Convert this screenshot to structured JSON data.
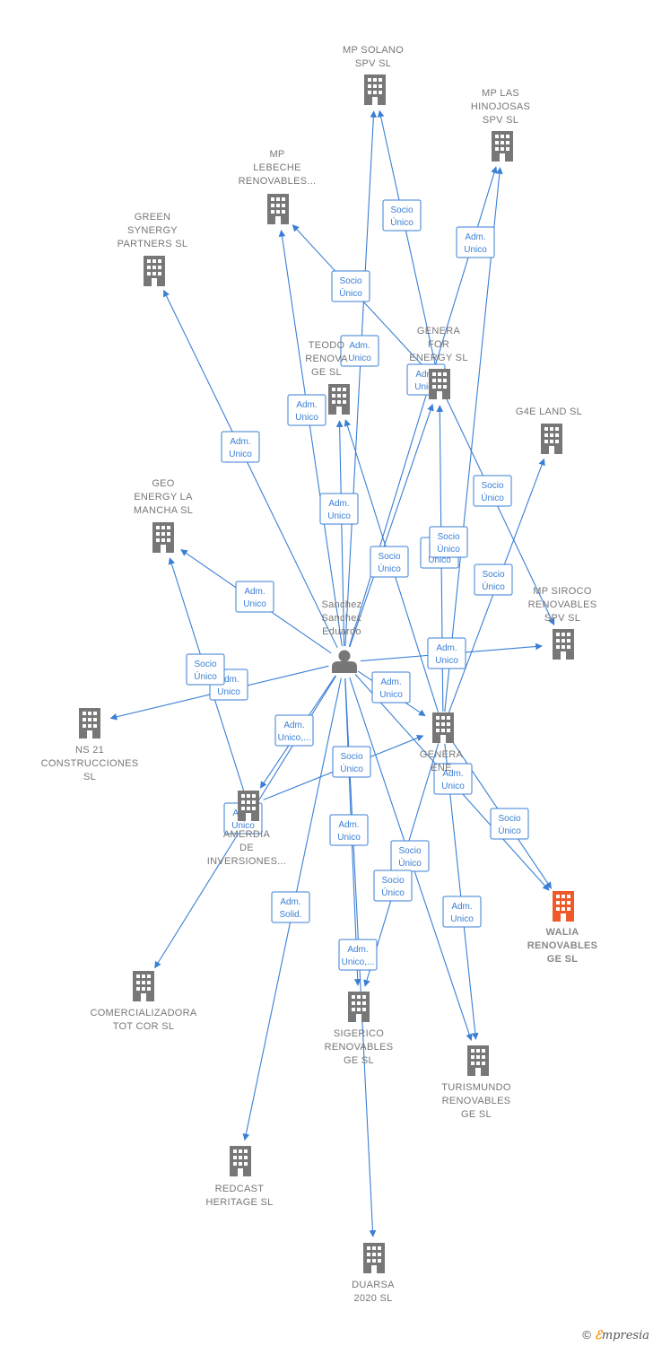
{
  "colors": {
    "edge": "#3a7fd5",
    "building": "#777777",
    "highlight": "#f05a28",
    "person": "#777777"
  },
  "person": {
    "id": "p",
    "label": [
      "Sanchez",
      "Sanchez",
      "Eduardo"
    ]
  },
  "nodes": [
    {
      "id": "mp_solano",
      "label": [
        "MP SOLANO",
        "SPV  SL"
      ]
    },
    {
      "id": "mp_las_hinojosas",
      "label": [
        "MP LAS",
        "HINOJOSAS",
        "SPV  SL"
      ]
    },
    {
      "id": "mp_lebeche",
      "label": [
        "MP",
        "LEBECHE",
        "RENOVABLES..."
      ]
    },
    {
      "id": "green_synergy",
      "label": [
        "GREEN",
        "SYNERGY",
        "PARTNERS  SL"
      ]
    },
    {
      "id": "genera_for_energy",
      "label": [
        "GENERA",
        "FOR",
        "ENERGY  SL"
      ]
    },
    {
      "id": "teodo_renova",
      "label": [
        "TEODO",
        "RENOVA",
        "GE  SL"
      ]
    },
    {
      "id": "g4e_land",
      "label": [
        "G4E LAND  SL"
      ]
    },
    {
      "id": "geo_energy",
      "label": [
        "GEO",
        "ENERGY LA",
        "MANCHA  SL"
      ]
    },
    {
      "id": "mp_siroco",
      "label": [
        "MP SIROCO",
        "RENOVABLES",
        "SPV  SL"
      ]
    },
    {
      "id": "ns21",
      "label": [
        "NS 21",
        "CONSTRUCCIONES",
        "SL"
      ]
    },
    {
      "id": "genera_ene",
      "label": [
        "GENERA",
        "ENE"
      ]
    },
    {
      "id": "amerdia",
      "label": [
        "AMERDIA",
        "DE",
        "INVERSIONES..."
      ]
    },
    {
      "id": "walia",
      "label": [
        "WALIA",
        "RENOVABLES",
        "GE  SL"
      ],
      "highlight": true
    },
    {
      "id": "comercializadora",
      "label": [
        "COMERCIALIZADORA",
        "TOT COR  SL"
      ]
    },
    {
      "id": "sigerico",
      "label": [
        "SIGERICO",
        "RENOVABLES",
        "GE  SL"
      ]
    },
    {
      "id": "turismundo",
      "label": [
        "TURISMUNDO",
        "RENOVABLES",
        "GE  SL"
      ]
    },
    {
      "id": "redcast",
      "label": [
        "REDCAST",
        "HERITAGE  SL"
      ]
    },
    {
      "id": "duarsa",
      "label": [
        "DUARSA",
        "2020  SL"
      ]
    }
  ],
  "relations": [
    {
      "from": "p",
      "to": "green_synergy",
      "label": [
        "Adm.",
        "Unico"
      ]
    },
    {
      "from": "p",
      "to": "mp_lebeche",
      "label": [
        "Adm.",
        "Unico"
      ]
    },
    {
      "from": "p",
      "to": "mp_solano",
      "label": [
        "Adm.",
        "Unico"
      ]
    },
    {
      "from": "p",
      "to": "teodo_renova",
      "label": [
        "Adm.",
        "Unico"
      ]
    },
    {
      "from": "p",
      "to": "mp_las_hinojosas",
      "label": [
        "Adm.",
        "Unico"
      ]
    },
    {
      "from": "p",
      "to": "genera_for_energy",
      "label": [
        "Adm.",
        "Unico"
      ]
    },
    {
      "from": "p",
      "to": "geo_energy",
      "label": [
        "Adm.",
        "Unico"
      ]
    },
    {
      "from": "p",
      "to": "ns21",
      "label": [
        "Adm.",
        "Unico"
      ]
    },
    {
      "from": "p",
      "to": "mp_siroco",
      "label": [
        "Adm.",
        "Unico"
      ]
    },
    {
      "from": "p",
      "to": "genera_ene",
      "label": [
        "Adm.",
        "Unico"
      ]
    },
    {
      "from": "p",
      "to": "amerdia",
      "label": [
        "Adm.",
        "Unico,..."
      ]
    },
    {
      "from": "p",
      "to": "comercializadora",
      "label": [
        "Adm.",
        "Unico"
      ]
    },
    {
      "from": "p",
      "to": "sigerico",
      "label": [
        "Adm.",
        "Unico"
      ]
    },
    {
      "from": "p",
      "to": "redcast",
      "label": [
        "Adm.",
        "Solid."
      ]
    },
    {
      "from": "p",
      "to": "duarsa",
      "label": [
        "Adm.",
        "Unico,..."
      ]
    },
    {
      "from": "p",
      "to": "turismundo",
      "label": [
        "Adm.",
        "Unico"
      ]
    },
    {
      "from": "p",
      "to": "walia",
      "label": [
        "Adm.",
        "Unico"
      ]
    },
    {
      "from": "genera_for_energy",
      "to": "mp_solano",
      "label": [
        "Socio",
        "Único"
      ]
    },
    {
      "from": "genera_for_energy",
      "to": "mp_lebeche",
      "label": [
        "Socio",
        "Único"
      ]
    },
    {
      "from": "genera_ene",
      "to": "mp_las_hinojosas",
      "label": [
        "Socio",
        "Único"
      ]
    },
    {
      "from": "genera_ene",
      "to": "g4e_land",
      "label": [
        "Socio",
        "Único"
      ]
    },
    {
      "from": "genera_for_energy",
      "to": "mp_siroco",
      "label": [
        "Socio",
        "Único"
      ]
    },
    {
      "from": "genera_ene",
      "to": "genera_for_energy",
      "label": [
        "Socio",
        "Único"
      ]
    },
    {
      "from": "genera_ene",
      "to": "teodo_renova",
      "label": [
        "Socio",
        "Único"
      ]
    },
    {
      "from": "amerdia",
      "to": "geo_energy",
      "label": [
        "Socio",
        "Único"
      ]
    },
    {
      "from": "amerdia",
      "to": "genera_ene",
      "label": [
        "Socio",
        "Único"
      ]
    },
    {
      "from": "genera_ene",
      "to": "sigerico",
      "label": [
        "Socio",
        "Único"
      ]
    },
    {
      "from": "genera_ene",
      "to": "turismundo",
      "label": [
        "Socio",
        "Único"
      ]
    },
    {
      "from": "genera_ene",
      "to": "walia",
      "label": [
        "Socio",
        "Único"
      ]
    }
  ],
  "footer": {
    "copyright": "©",
    "brand_first": "ℰ",
    "brand_rest": "mpresia"
  }
}
